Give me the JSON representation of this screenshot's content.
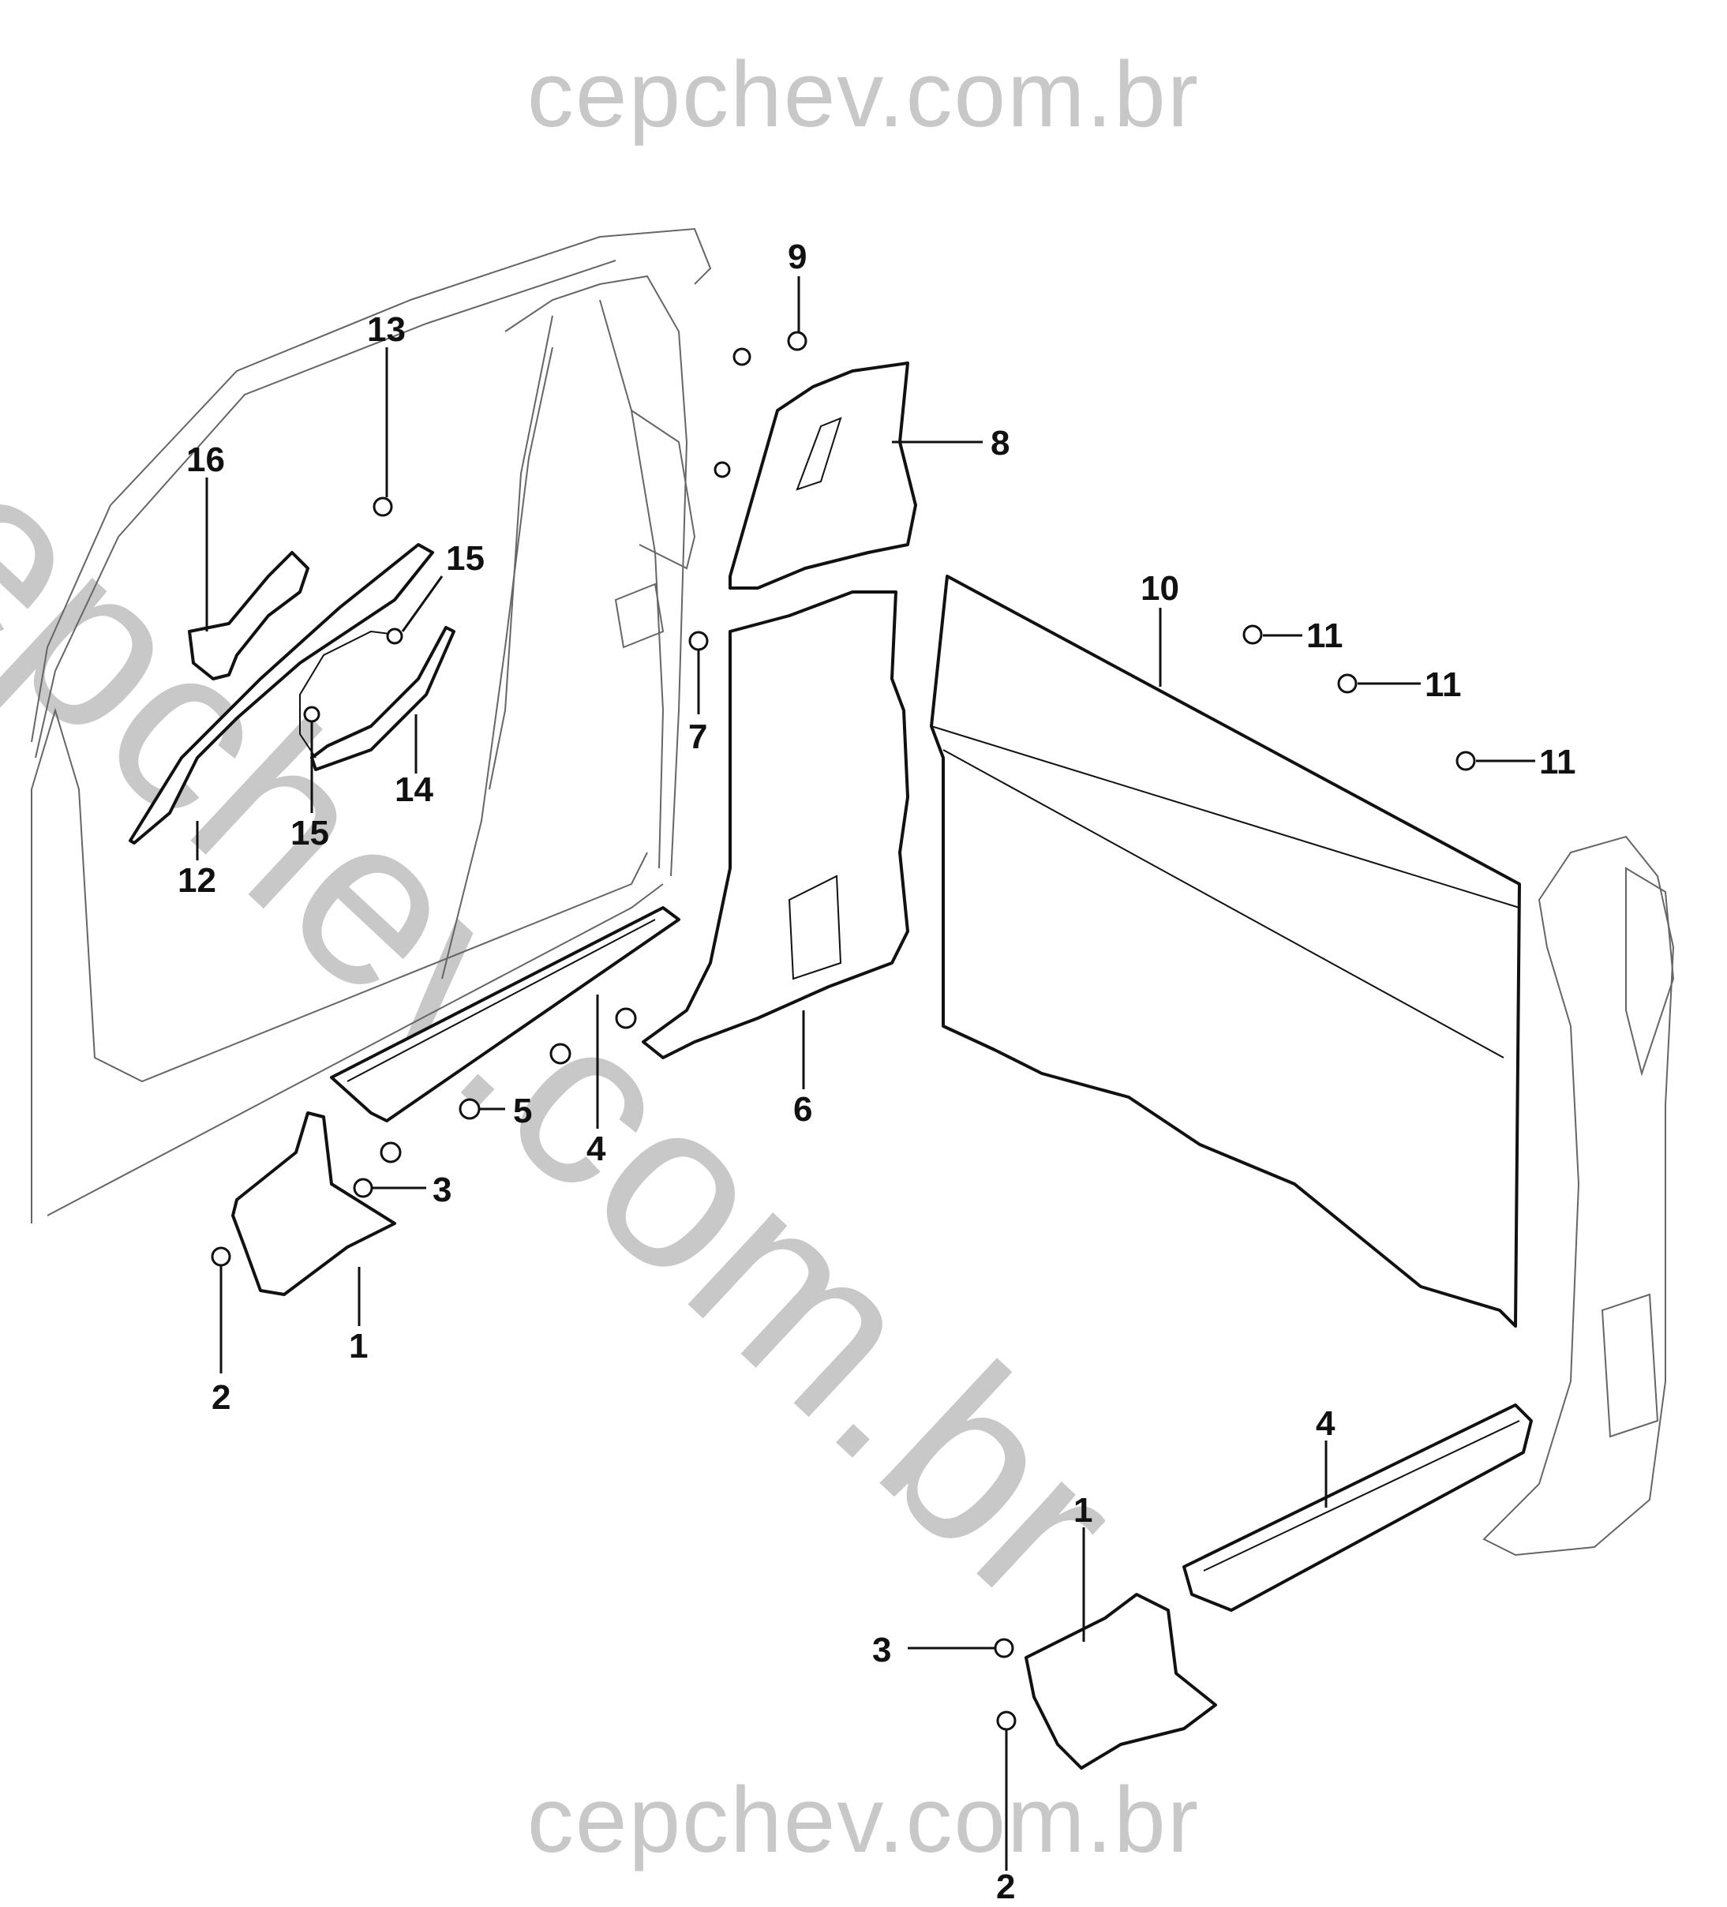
{
  "watermark": {
    "top": "cepchev.com.br",
    "diagonal": "cepchev.com.br",
    "bottom": "cepchev.com.br"
  },
  "callouts": {
    "c1a": "1",
    "c1b": "1",
    "c2a": "2",
    "c2b": "2",
    "c3a": "3",
    "c3b": "3",
    "c4a": "4",
    "c4b": "4",
    "c5": "5",
    "c6": "6",
    "c7": "7",
    "c8": "8",
    "c9": "9",
    "c10": "10",
    "c11a": "11",
    "c11b": "11",
    "c11c": "11",
    "c12": "12",
    "c13": "13",
    "c14": "14",
    "c15a": "15",
    "c15b": "15",
    "c16": "16"
  }
}
